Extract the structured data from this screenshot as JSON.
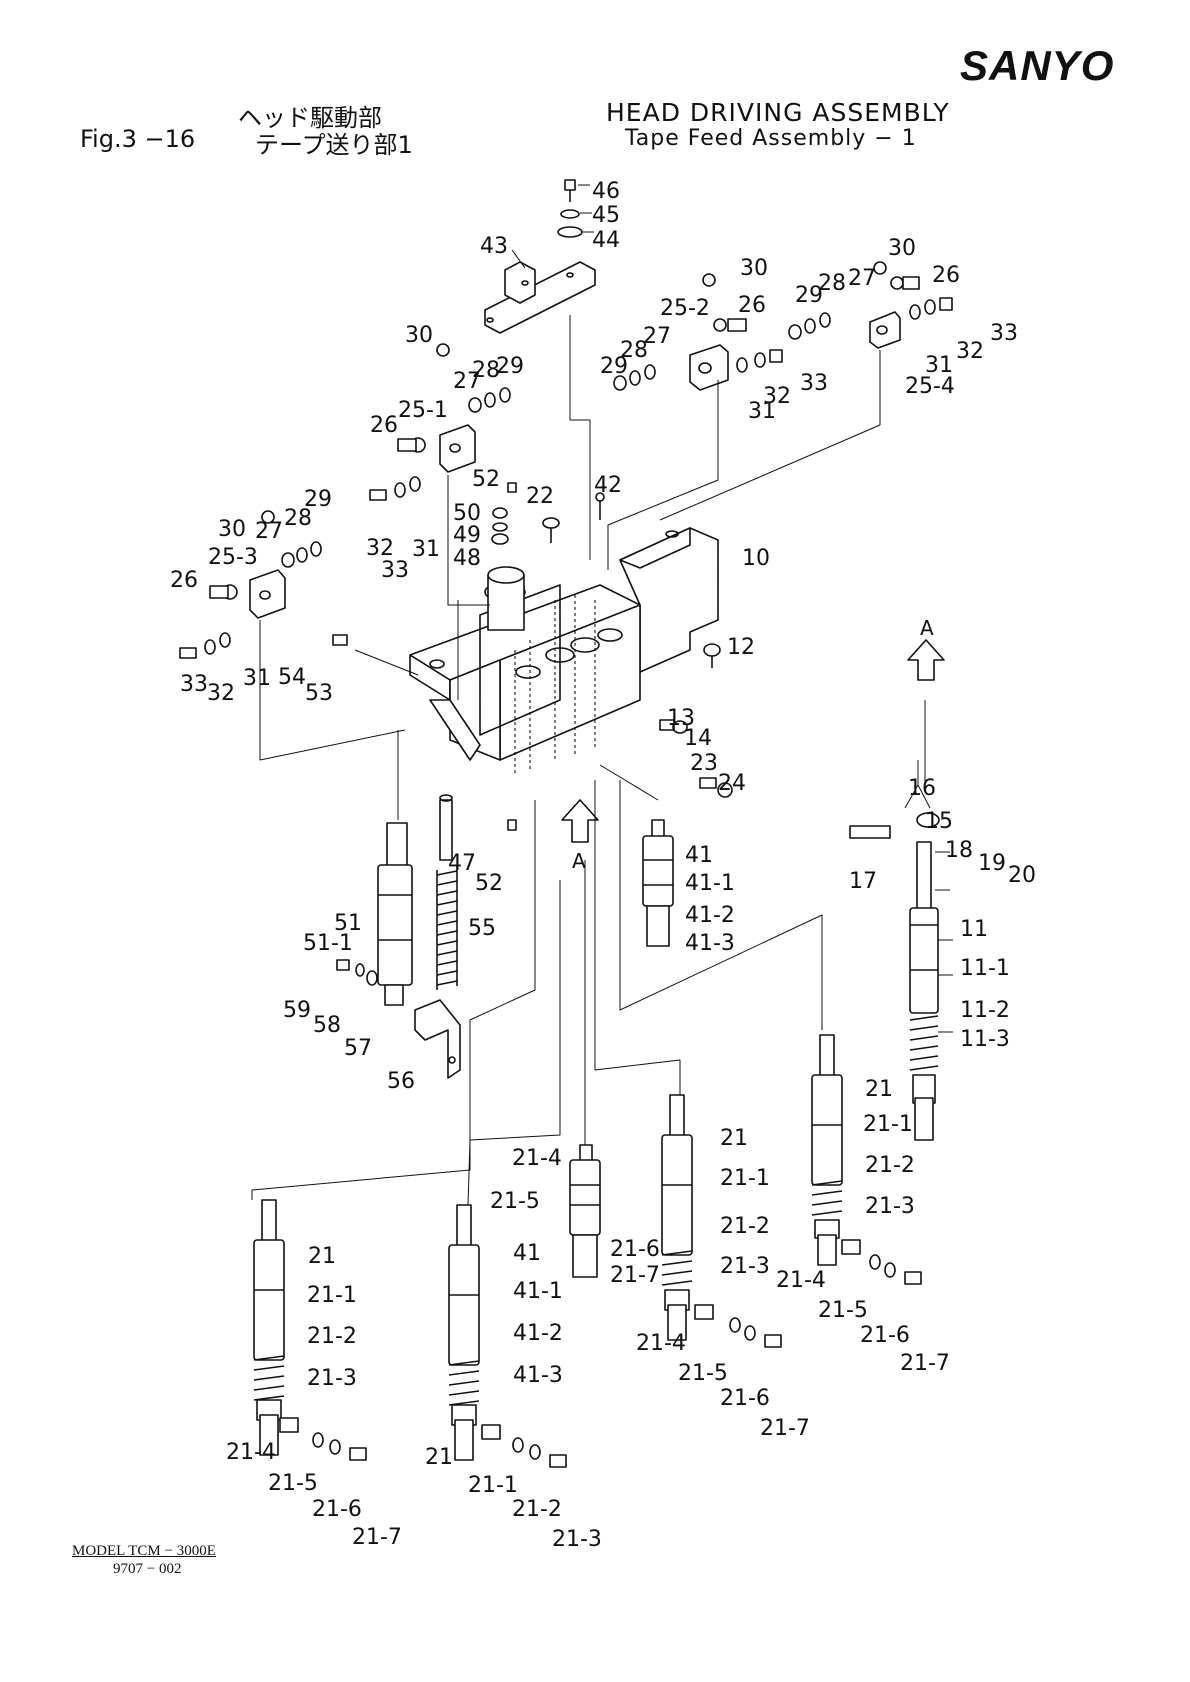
{
  "header": {
    "brand": "SANYO",
    "title_jp_line1": "ヘッド駆動部",
    "fig_label": "Fig.3 −16",
    "title_jp_line2": "テープ送り部1",
    "title_en_line1": "HEAD DRIVING ASSEMBLY",
    "title_en_line2": "Tape Feed Assembly − 1"
  },
  "footer": {
    "model": "MODEL TCM − 3000E",
    "doc_code": "9707 − 002"
  },
  "view_marker": "A",
  "callouts": [
    "46",
    "45",
    "44",
    "43",
    "30",
    "26",
    "25-2",
    "27",
    "28",
    "29",
    "32",
    "33",
    "31",
    "30",
    "26",
    "27",
    "28",
    "29",
    "25-4",
    "33",
    "32",
    "31",
    "30",
    "27",
    "28",
    "29",
    "25-1",
    "26",
    "52",
    "22",
    "42",
    "50",
    "49",
    "48",
    "32",
    "31",
    "33",
    "30",
    "27",
    "28",
    "29",
    "25-3",
    "26",
    "33",
    "32",
    "31",
    "54",
    "53",
    "10",
    "12",
    "13",
    "14",
    "23",
    "24",
    "16",
    "15",
    "17",
    "18",
    "19",
    "20",
    "47",
    "52",
    "51",
    "51-1",
    "55",
    "59",
    "58",
    "57",
    "56",
    "41",
    "41-1",
    "41-2",
    "41-3",
    "11",
    "11-1",
    "11-2",
    "11-3",
    "21",
    "21-1",
    "21-2",
    "21-3",
    "21-4",
    "21-5",
    "21-6",
    "21-7",
    "21",
    "21-1",
    "21-2",
    "21-3",
    "21-4",
    "21-5",
    "21-6",
    "21-7",
    "41",
    "41-1",
    "41-2",
    "41-3",
    "21",
    "21-1",
    "21-2",
    "21-3",
    "21-4",
    "21-5",
    "21-6",
    "21-7",
    "21",
    "21-1",
    "21-2",
    "21-3",
    "21-4",
    "21-5",
    "21-6",
    "21-7"
  ]
}
